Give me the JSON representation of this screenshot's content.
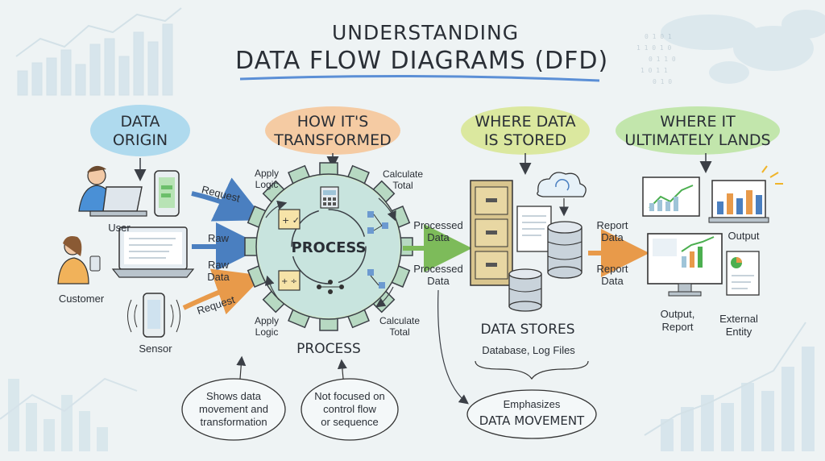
{
  "title": {
    "line1": "UNDERSTANDING",
    "line2": "DATA FLOW DIAGRAMS (DFD)"
  },
  "sections": {
    "origin": {
      "line1": "DATA",
      "line2": "ORIGIN"
    },
    "transform": {
      "line1": "HOW IT'S",
      "line2": "TRANSFORMED"
    },
    "stored": {
      "line1": "WHERE DATA",
      "line2": "IS STORED"
    },
    "lands": {
      "line1": "WHERE IT",
      "line2": "ULTIMATELY LANDS"
    }
  },
  "sources": {
    "user": "User",
    "customer": "Customer",
    "sensor": "Sensor"
  },
  "flows": {
    "request_top": "Request",
    "raw": "Raw",
    "raw_data_1": "Raw",
    "raw_data_2": "Data",
    "request_bottom": "Request",
    "processed_1a": "Processed",
    "processed_1b": "Data",
    "processed_2a": "Processed",
    "processed_2b": "Data",
    "report_1a": "Report",
    "report_1b": "Data",
    "report_2a": "Report",
    "report_2b": "Data"
  },
  "gear": {
    "center": "PROCESS",
    "apply_top_1": "Apply",
    "apply_top_2": "Logic",
    "calc_top_1": "Calculate",
    "calc_top_2": "Total",
    "apply_bottom_1": "Apply",
    "apply_bottom_2": "Logic",
    "calc_bottom_1": "Calculate",
    "calc_bottom_2": "Total",
    "below": "PROCESS"
  },
  "stores": {
    "title": "DATA STORES",
    "subtitle": "Database, Log Files"
  },
  "outputs": {
    "output": "Output",
    "output_report_1": "Output,",
    "output_report_2": "Report",
    "external_1": "External",
    "external_2": "Entity"
  },
  "notes": {
    "n1": [
      "Shows data",
      "movement and",
      "transformation"
    ],
    "n2": [
      "Not focused on",
      "control flow",
      "or sequence"
    ],
    "n3": [
      "Emphasizes",
      "DATA MOVEMENT"
    ]
  },
  "colors": {
    "origin": "#9fd3ec",
    "transform": "#f6c08e",
    "stored": "#d6e58a",
    "lands": "#b7e29a",
    "blue_arrow": "#4a7fc0",
    "orange_arrow": "#e89a4a",
    "green_arrow": "#7dbb5a",
    "gear_fill": "#cfe7cf"
  },
  "icons": [
    "laptop-icon",
    "phone-icon",
    "sensor-icon",
    "gear-icon",
    "calculator-icon",
    "filing-cabinet-icon",
    "document-icon",
    "database-icon",
    "cloud-sync-icon",
    "monitor-chart-icon",
    "bar-chart-icon",
    "report-doc-icon",
    "person-icon"
  ]
}
